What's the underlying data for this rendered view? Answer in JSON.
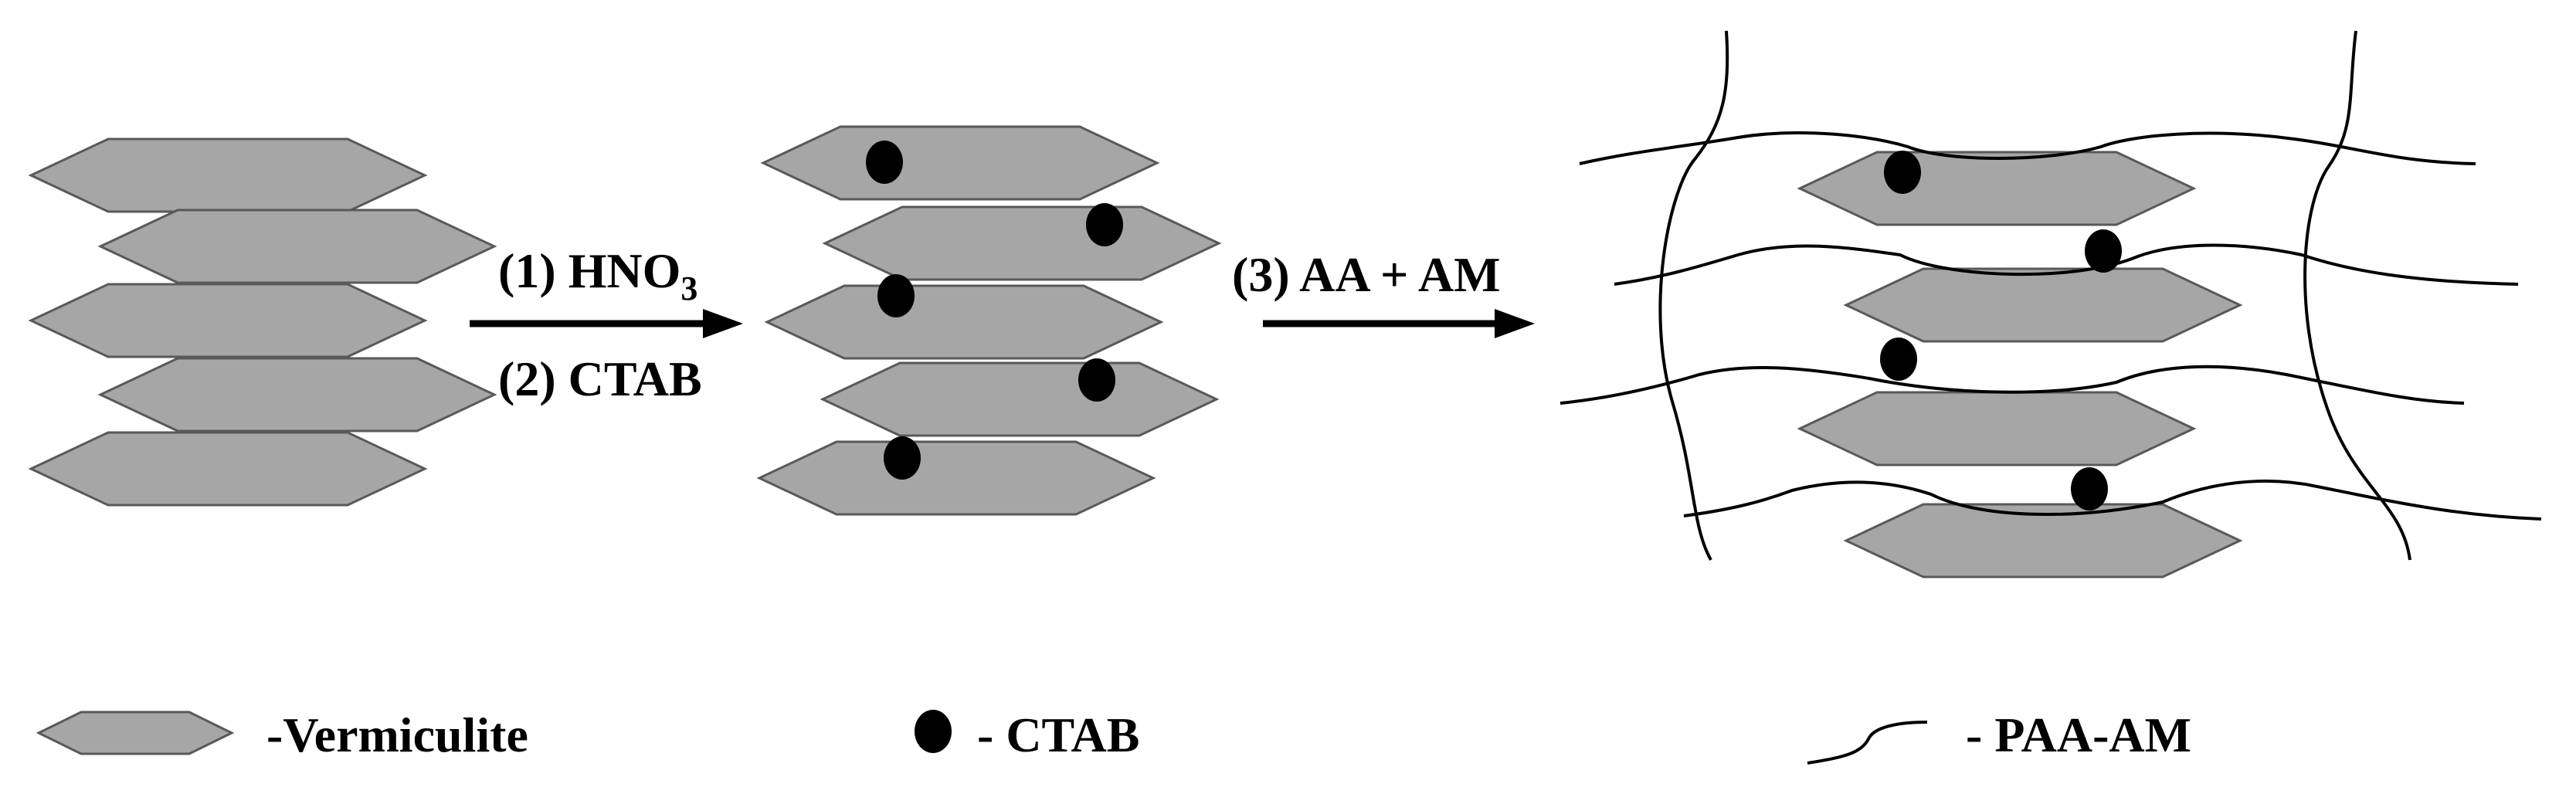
{
  "steps": {
    "step1_prefix": "(1) HNO",
    "step1_subscript": "3",
    "step2": "(2) CTAB",
    "step3": "(3) AA + AM"
  },
  "legend": {
    "vermiculite": "-Vermiculite",
    "ctab": "- CTAB",
    "paa_am": "- PAA-AM"
  },
  "colors": {
    "sheet_fill": "#A6A6A6",
    "sheet_stroke": "#595959",
    "dot": "#000000",
    "line": "#000000"
  },
  "icons": [
    "hexagon-sheet-icon",
    "black-dot-icon",
    "curve-line-icon",
    "right-arrow-icon"
  ]
}
